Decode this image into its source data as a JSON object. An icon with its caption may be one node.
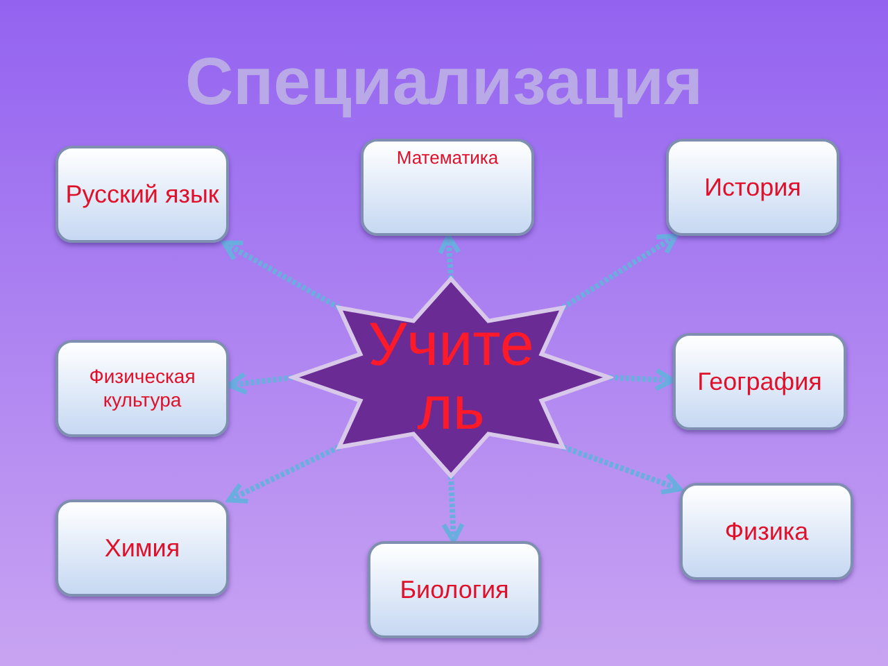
{
  "diagram": {
    "title": "Специализация",
    "nodes": [
      {
        "text": [
          "Русский язык"
        ]
      },
      {
        "text": [
          "Математика"
        ]
      },
      {
        "text": [
          "История"
        ]
      },
      {
        "text": [
          "Физическая культура"
        ]
      },
      {
        "text": [
          "География"
        ]
      },
      {
        "text": [
          "Химия"
        ]
      },
      {
        "text": [
          "Физика"
        ]
      },
      {
        "text": [
          "Биология"
        ]
      },
      {
        "text": [
          "Учитель"
        ]
      }
    ],
    "edges": [
      {
        "from": 8,
        "to": 0,
        "arrow": "to"
      },
      {
        "from": 8,
        "to": 1,
        "arrow": "to"
      },
      {
        "from": 8,
        "to": 2,
        "arrow": "to"
      },
      {
        "from": 8,
        "to": 3,
        "arrow": "to"
      },
      {
        "from": 8,
        "to": 4,
        "arrow": "to"
      },
      {
        "from": 8,
        "to": 5,
        "arrow": "to"
      },
      {
        "from": 8,
        "to": 6,
        "arrow": "to"
      },
      {
        "from": 8,
        "to": 7,
        "arrow": "to"
      }
    ]
  }
}
